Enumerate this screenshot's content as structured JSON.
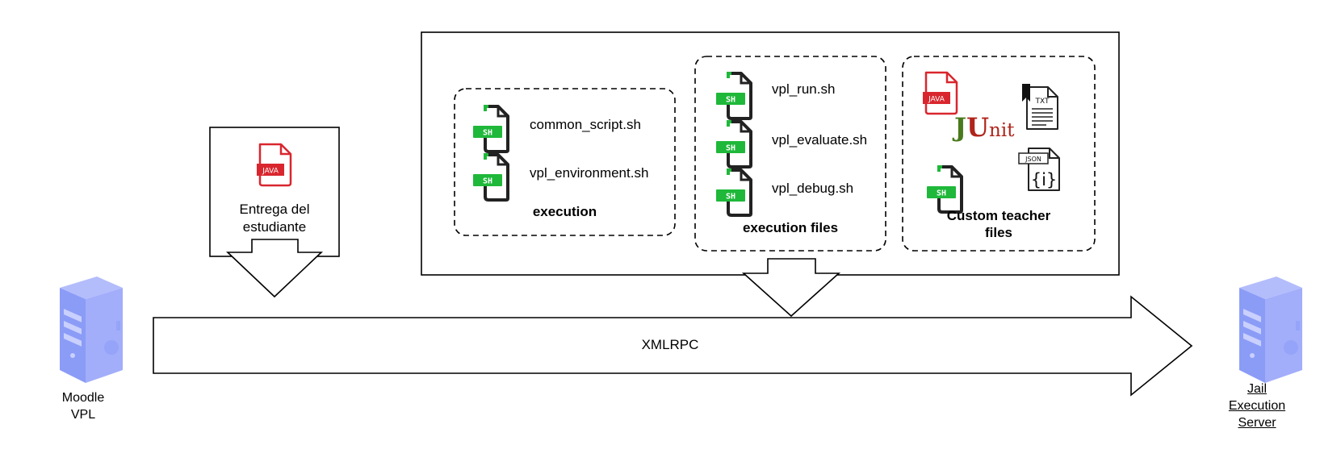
{
  "moodle": {
    "line1": "Moodle",
    "line2": "VPL"
  },
  "jail": {
    "line1": "Jail",
    "line2": "Execution",
    "line3": "Server"
  },
  "submission": {
    "line1": "Entrega del",
    "line2": "estudiante",
    "file_type": "JAVA"
  },
  "channel": {
    "label": "XMLRPC"
  },
  "execution_group": {
    "title": "execution",
    "files": [
      {
        "name": "common_script.sh",
        "type": "SH"
      },
      {
        "name": "vpl_environment.sh",
        "type": "SH"
      }
    ]
  },
  "execution_files_group": {
    "title": "execution files",
    "files": [
      {
        "name": "vpl_run.sh",
        "type": "SH"
      },
      {
        "name": "vpl_evaluate.sh",
        "type": "SH"
      },
      {
        "name": "vpl_debug.sh",
        "type": "SH"
      }
    ]
  },
  "teacher_group": {
    "title_line1": "Custom teacher",
    "title_line2": "files",
    "java_badge": "JAVA",
    "txt_badge": "TXT",
    "json_badge": "JSON",
    "json_symbol": "{i}",
    "sh_badge": "SH",
    "junit": {
      "j": "J",
      "u": "U",
      "rest": "nit"
    }
  },
  "colors": {
    "server": "#8b9cf7",
    "sh_green": "#1fb83a",
    "java_red": "#d9262e",
    "junit_green": "#4a7a1d",
    "junit_red": "#b0241b"
  }
}
